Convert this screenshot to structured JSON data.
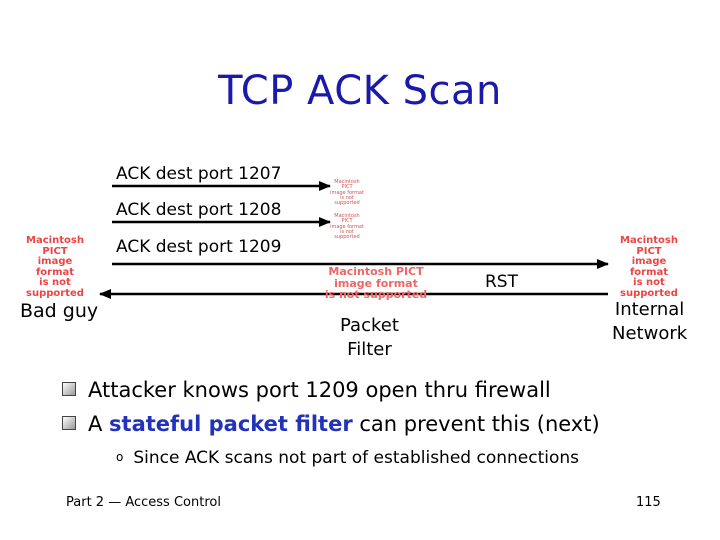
{
  "slide": {
    "title": "TCP ACK Scan",
    "footer": "Part 2 — Access Control",
    "page_number": "115"
  },
  "diagram": {
    "messages": [
      {
        "label": "ACK dest port 1207",
        "direction": "right"
      },
      {
        "label": "ACK dest port 1208",
        "direction": "right"
      },
      {
        "label": "ACK dest port 1209",
        "direction": "right"
      },
      {
        "label": "RST",
        "direction": "left"
      }
    ],
    "nodes": {
      "left": "Bad guy",
      "middle": [
        "Packet",
        "Filter"
      ],
      "right": [
        "Internal",
        "Network"
      ]
    },
    "image_placeholder": [
      "Macintosh PICT",
      "image format",
      "is not supported"
    ]
  },
  "bullets": {
    "item1": "Attacker knows port 1209 open thru firewall",
    "item2_before": "A ",
    "item2_highlight": "stateful packet filter",
    "item2_after": " can prevent this (next)",
    "sub_marker": "o",
    "sub_item": "Since ACK scans not part of established connections"
  }
}
